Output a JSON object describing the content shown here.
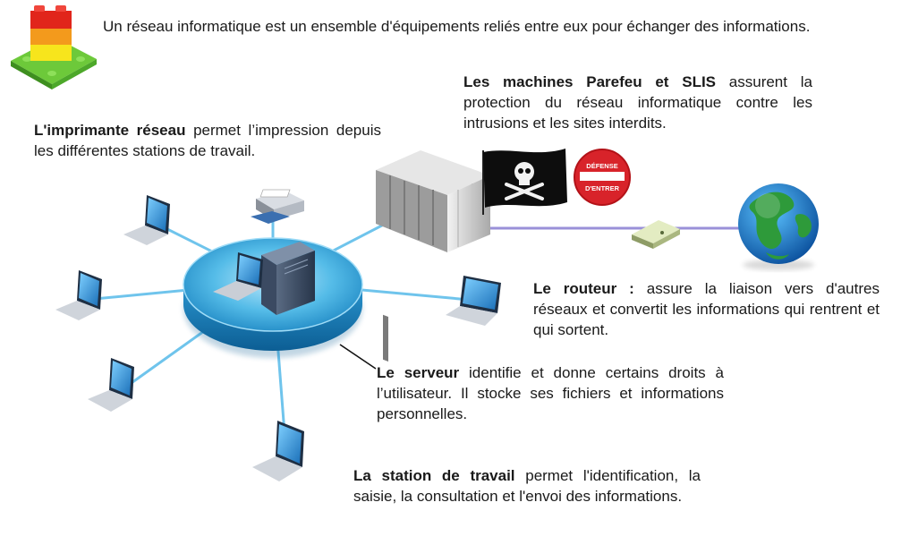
{
  "intro": {
    "text": "Un réseau informatique est un ensemble d'équipements reliés entre eux pour échanger des informations."
  },
  "firewall": {
    "title": "Les machines Parefeu et SLIS",
    "text": "assurent la protection du réseau informatique contre les intrusions et les sites interdits."
  },
  "printer": {
    "title": "L'imprimante réseau",
    "text": "permet l’impression depuis les différentes stations de travail."
  },
  "router": {
    "title": "Le routeur :",
    "text": "assure la liaison vers d'autres réseaux et convertit les informations qui rentrent et qui sortent."
  },
  "server": {
    "title": "Le serveur",
    "text": "identifie et donne certains droits à l’utilisateur. Il stocke ses fichiers et informations personnelles."
  },
  "station": {
    "title": "La station de travail",
    "text": "permet l'identification, la saisie, la consultation et l'envoi des informations."
  },
  "sign": {
    "line1": "DÉFENSE",
    "line2": "D'ENTRER"
  },
  "colors": {
    "hub": "#4fb6e3",
    "link": "#6fc4ec",
    "internet_link": "#9a90d8",
    "sign_red": "#d8232a",
    "globe_ocean": "#1c7bc9",
    "globe_land": "#2e9a3a"
  }
}
